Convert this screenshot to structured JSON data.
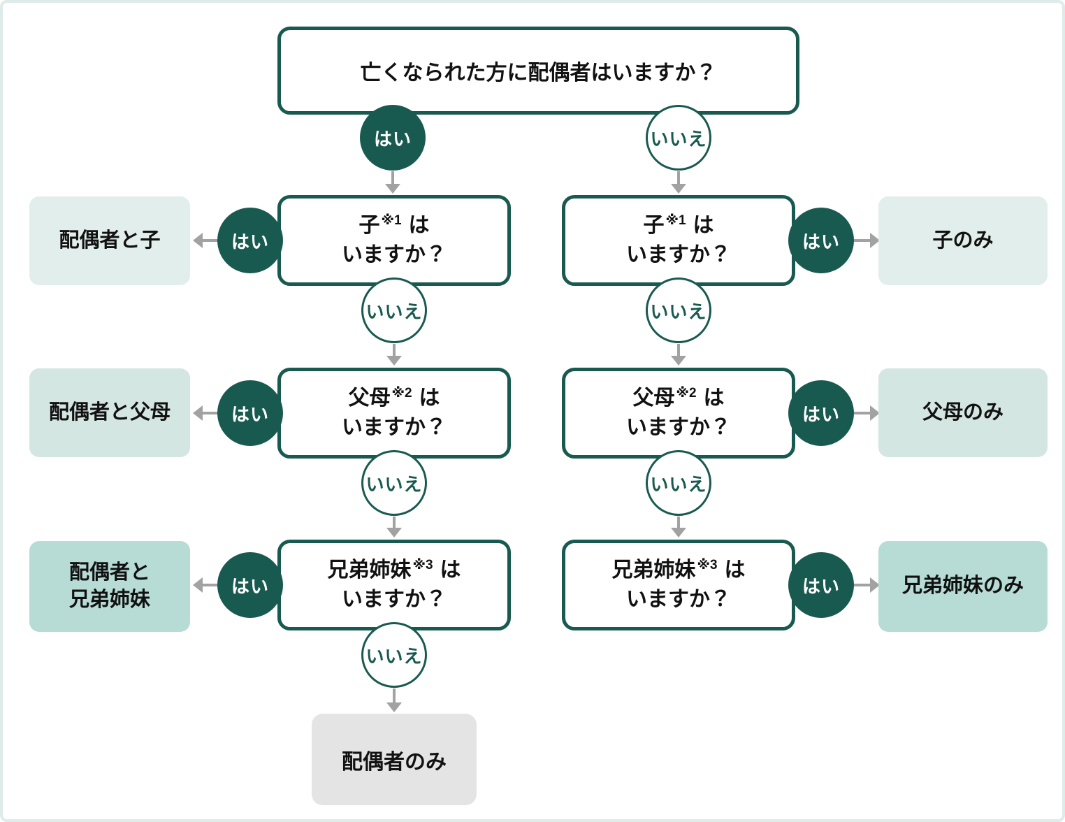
{
  "title_box": {
    "question": "亡くなられた方に配偶者はいますか？"
  },
  "badge_labels": {
    "yes": "はい",
    "no": "いいえ"
  },
  "left": {
    "rows": [
      {
        "subject": "子",
        "note": "※1",
        "tail": "は",
        "question_line2": "いますか？",
        "result": "配偶者と子"
      },
      {
        "subject": "父母",
        "note": "※2",
        "tail": "は",
        "question_line2": "いますか？",
        "result": "配偶者と父母"
      },
      {
        "subject": "兄弟姉妹",
        "note": "※3",
        "tail": "は",
        "question_line2": "いますか？",
        "result": "配偶者と\n兄弟姉妹"
      }
    ],
    "final_result": "配偶者のみ"
  },
  "right": {
    "rows": [
      {
        "subject": "子",
        "note": "※1",
        "tail": "は",
        "question_line2": "いますか？",
        "result": "子のみ"
      },
      {
        "subject": "父母",
        "note": "※2",
        "tail": "は",
        "question_line2": "いますか？",
        "result": "父母のみ"
      },
      {
        "subject": "兄弟姉妹",
        "note": "※3",
        "tail": "は",
        "question_line2": "いますか？",
        "result": "兄弟姉妹のみ"
      }
    ]
  },
  "colors": {
    "teal_dark": "#195a50",
    "result_row1_bg": "#e2eeec",
    "result_row2_bg": "#d4e6e2",
    "result_row3_bg": "#b7dcd6",
    "final_box_bg": "#e4e4e4",
    "arrow_gray": "#a2a2a2",
    "frame_border": "#ddecea"
  }
}
